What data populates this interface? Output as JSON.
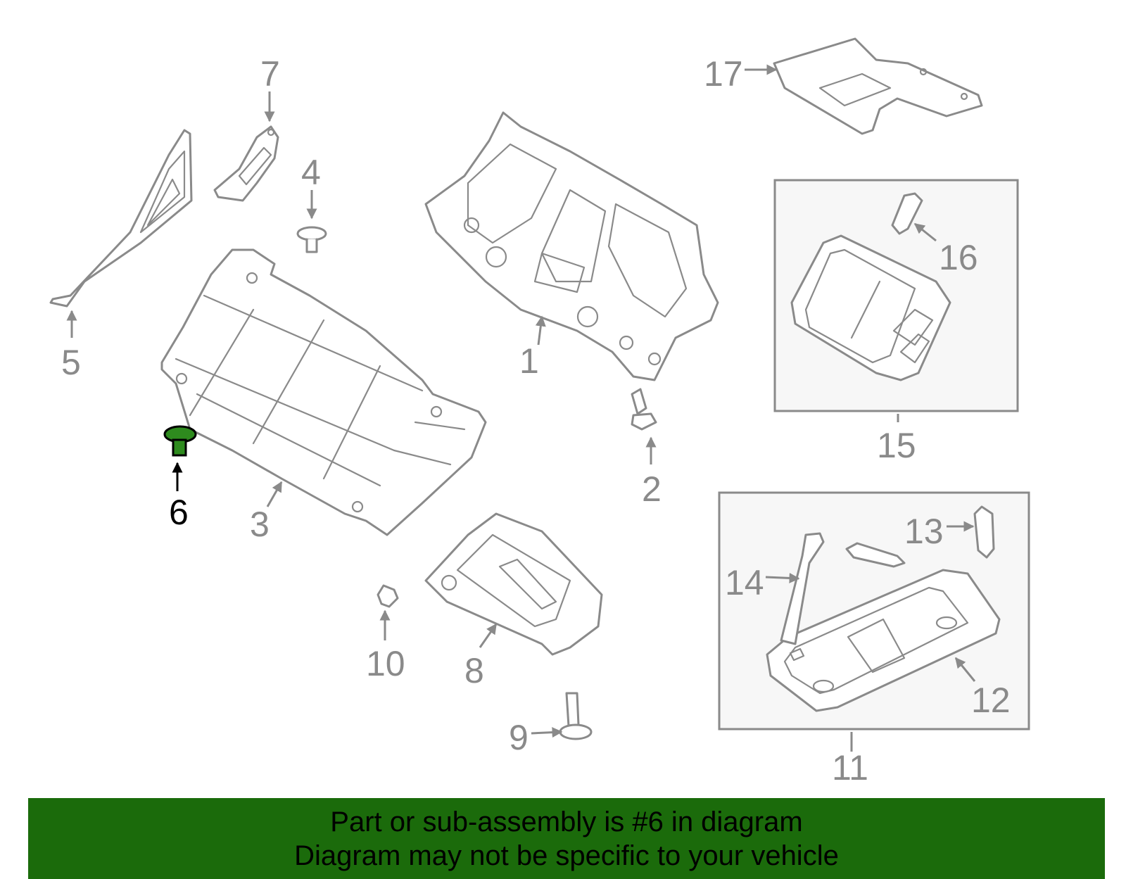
{
  "diagram": {
    "callouts": [
      {
        "id": "1",
        "label": "1"
      },
      {
        "id": "2",
        "label": "2"
      },
      {
        "id": "3",
        "label": "3"
      },
      {
        "id": "4",
        "label": "4"
      },
      {
        "id": "5",
        "label": "5"
      },
      {
        "id": "6",
        "label": "6",
        "highlighted": true
      },
      {
        "id": "7",
        "label": "7"
      },
      {
        "id": "8",
        "label": "8"
      },
      {
        "id": "9",
        "label": "9"
      },
      {
        "id": "10",
        "label": "10"
      },
      {
        "id": "11",
        "label": "11"
      },
      {
        "id": "12",
        "label": "12"
      },
      {
        "id": "13",
        "label": "13"
      },
      {
        "id": "14",
        "label": "14"
      },
      {
        "id": "15",
        "label": "15"
      },
      {
        "id": "16",
        "label": "16"
      },
      {
        "id": "17",
        "label": "17"
      }
    ],
    "colors": {
      "line": "#8a8a8a",
      "highlight_part": "#2e8b1e",
      "highlight_label": "#000000",
      "banner": "#1b6b0b"
    }
  },
  "banner": {
    "line1": "Part or sub-assembly is #6 in diagram",
    "line2": "Diagram may not be specific to your vehicle"
  }
}
